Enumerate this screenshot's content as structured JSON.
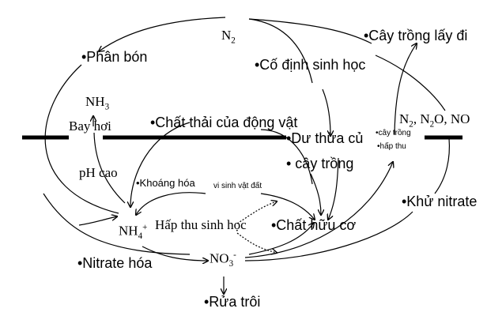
{
  "labels": {
    "n2": "N",
    "n2_sub": "2",
    "phan_bon": "•Phân bón",
    "co_dinh": "•Cố định sinh học",
    "cay_trong_lay_di": "•Cây trồng lấy đi",
    "nh3": "NH",
    "nh3_sub": "3",
    "bay_hoi": "Bay hơi",
    "chat_thai": "•Chất thải của động vật",
    "du_thua_cu": "•Dư thừa củ",
    "cay_trong_small": "•cây trồng",
    "hap_thu_small": "•hấp thu",
    "gases": "N",
    "gases_sub1": "2",
    "gases_mid": ", N",
    "gases_sub2": "2",
    "gases_end": "O, NO",
    "cay_trong": "• cây trồng",
    "ph_cao": "pH cao",
    "khoang_hoa": "•Khoáng hóa",
    "vi_sinh_vat": "vi sinh vật đất",
    "khu_nitrate": "•Khử nitrate",
    "nh4": "NH",
    "nh4_sub": "4",
    "nh4_sup": "+",
    "hap_thu_sinh_hoc": "Hấp thu sinh học",
    "chat_huu_co": "•Chất hữu cơ",
    "nitrate_hoa": "•Nitrate hóa",
    "no3": "NO",
    "no3_sub": "3",
    "no3_sup": "-",
    "rua_troi": "•Rửa trôi"
  }
}
